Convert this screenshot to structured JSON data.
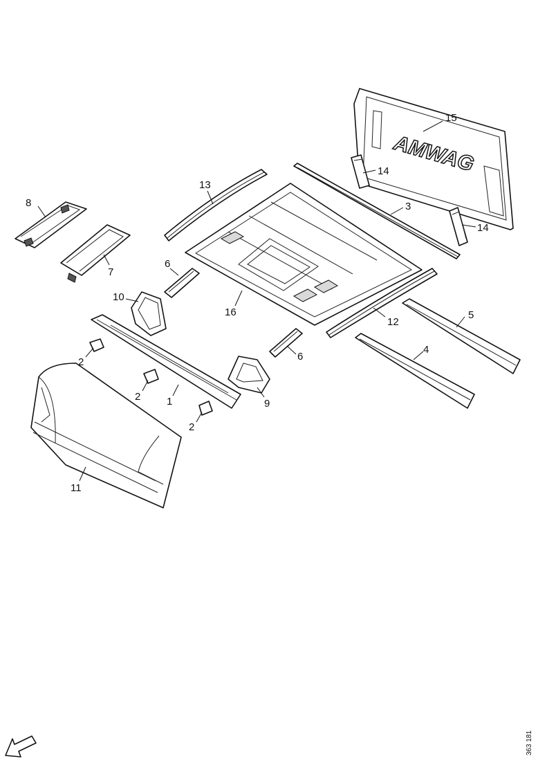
{
  "callouts": {
    "c1": "1",
    "c2a": "2",
    "c2b": "2",
    "c2c": "2",
    "c3": "3",
    "c4": "4",
    "c5": "5",
    "c6a": "6",
    "c6b": "6",
    "c7": "7",
    "c8": "8",
    "c9": "9",
    "c10": "10",
    "c11": "11",
    "c12": "12",
    "c13": "13",
    "c14a": "14",
    "c14b": "14",
    "c15": "15",
    "c16": "16"
  },
  "emboss_text": "AMWAG",
  "reference_code": "363 181",
  "icons": {
    "direction": "arrow-down-left-icon"
  },
  "colors": {
    "line": "#111111",
    "background": "#ffffff"
  }
}
